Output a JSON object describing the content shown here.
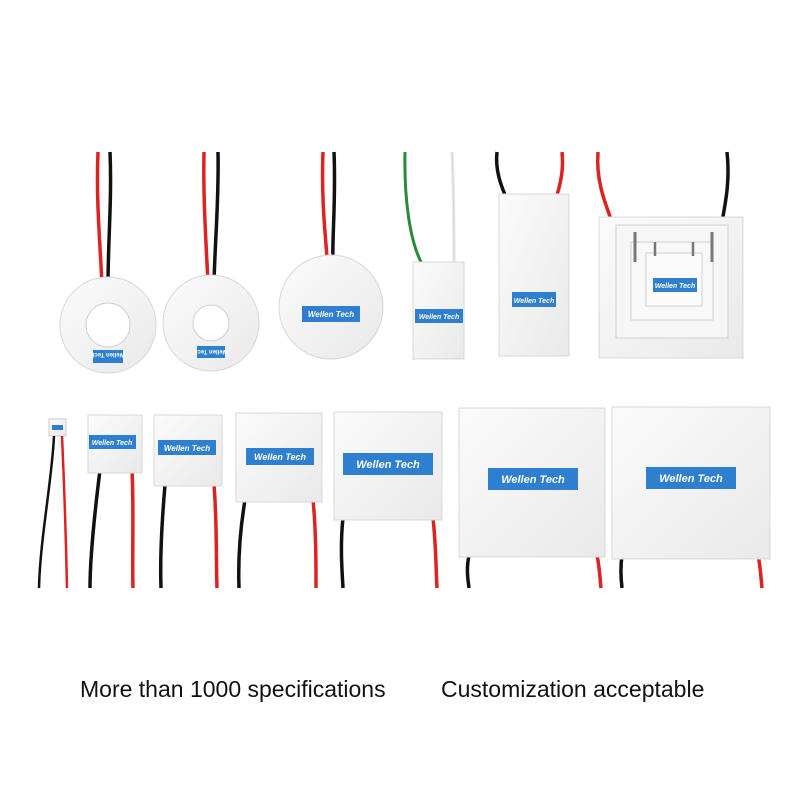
{
  "product_photo": {
    "modules": [
      {
        "kind": "ring",
        "label": "Wellen Tech",
        "wires": [
          "red",
          "black"
        ]
      },
      {
        "kind": "ring",
        "label": "Wellen Tech",
        "wires": [
          "red",
          "black"
        ]
      },
      {
        "kind": "disc",
        "label": "Wellen Tech",
        "wires": [
          "red",
          "black"
        ]
      },
      {
        "kind": "rect",
        "label": "Wellen Tech",
        "wires": [
          "green",
          "white"
        ]
      },
      {
        "kind": "rect",
        "label": "Wellen Tech",
        "wires": [
          "red",
          "black"
        ]
      },
      {
        "kind": "stacked",
        "label": "Wellen Tech",
        "wires": [
          "red",
          "black"
        ]
      },
      {
        "kind": "mini",
        "label": "",
        "wires": [
          "black",
          "red"
        ]
      },
      {
        "kind": "square",
        "label": "Wellen Tech",
        "wires": [
          "black",
          "red"
        ]
      },
      {
        "kind": "square",
        "label": "Wellen Tech",
        "wires": [
          "black",
          "red"
        ]
      },
      {
        "kind": "square",
        "label": "Wellen Tech",
        "wires": [
          "black",
          "red"
        ]
      },
      {
        "kind": "square",
        "label": "Wellen Tech",
        "wires": [
          "black",
          "red"
        ]
      },
      {
        "kind": "square",
        "label": "Wellen Tech",
        "wires": [
          "black",
          "red"
        ]
      },
      {
        "kind": "square",
        "label": "Wellen Tech",
        "wires": [
          "black",
          "red"
        ]
      }
    ],
    "label_color": "#2f7fd0",
    "ceramic_color": "#f3f3f3"
  },
  "captions": {
    "left": "More than 1000 specifications",
    "right": "Customization acceptable"
  }
}
